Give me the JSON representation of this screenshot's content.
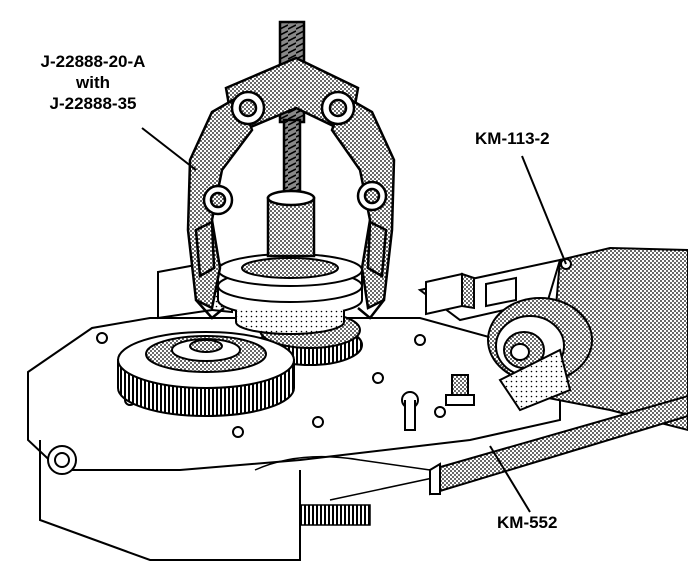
{
  "labels": {
    "puller_line1": "J-22888-20-A",
    "puller_line2": "with",
    "puller_line3": "J-22888-35",
    "adapter": "KM-113-2",
    "fixture": "KM-552"
  },
  "colors": {
    "ink": "#000000",
    "paper": "#ffffff",
    "stipple": "#a8a8a8"
  }
}
